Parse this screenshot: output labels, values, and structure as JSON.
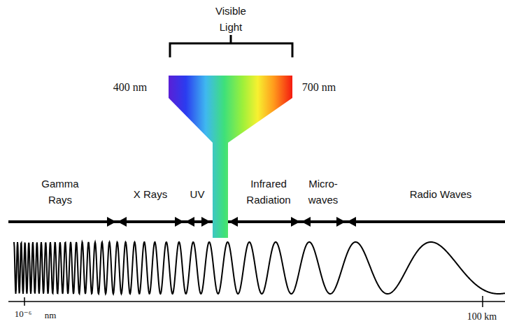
{
  "diagram": {
    "labels": [
      "Visible Light",
      "400 nm",
      "700 nm",
      "Gamma Rays",
      "X Rays",
      "UV",
      "Infrared Radiation",
      "Micro- waves",
      "Radio Waves",
      "10⁻⁶",
      "nm",
      "100 km"
    ]
  }
}
